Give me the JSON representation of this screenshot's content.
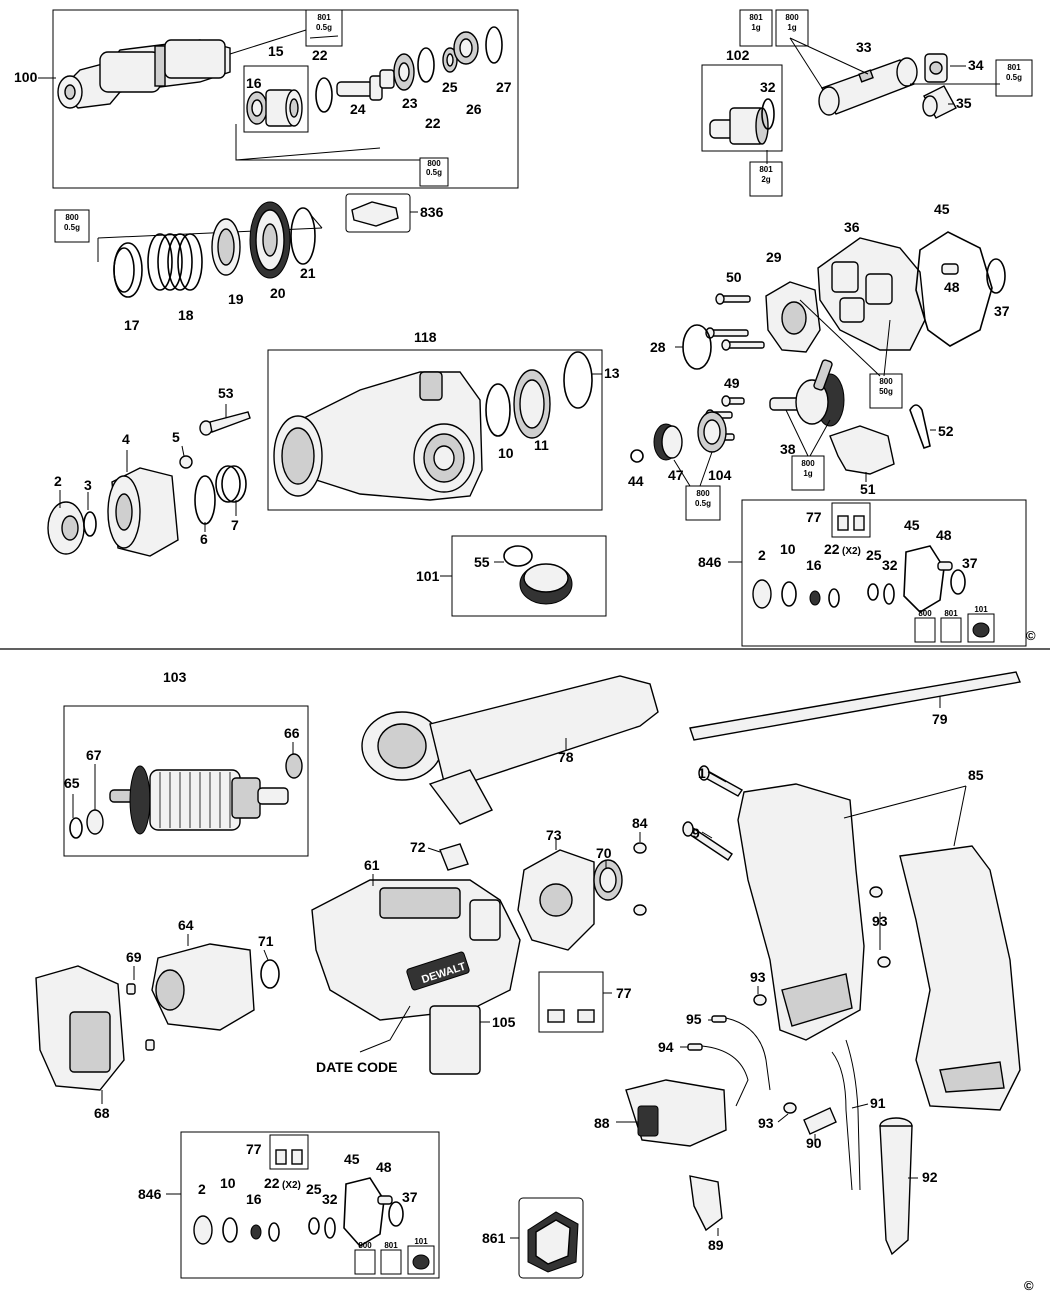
{
  "labels": {
    "l100": "100",
    "l15": "15",
    "l16": "16",
    "l22a": "22",
    "l24": "24",
    "l23": "23",
    "l22b": "22",
    "l25": "25",
    "l26": "26",
    "l27": "27",
    "l102": "102",
    "l32": "32",
    "l33": "33",
    "l34": "34",
    "l35": "35",
    "l836": "836",
    "l17": "17",
    "l18": "18",
    "l19": "19",
    "l20": "20",
    "l21": "21",
    "l36": "36",
    "l45": "45",
    "l48": "48",
    "l37": "37",
    "l50": "50",
    "l29": "29",
    "l28": "28",
    "l118": "118",
    "l13": "13",
    "l53": "53",
    "l5": "5",
    "l4": "4",
    "l2": "2",
    "l3": "3",
    "l6": "6",
    "l7": "7",
    "l10": "10",
    "l11": "11",
    "l49": "49",
    "l52": "52",
    "l38": "38",
    "l44": "44",
    "l47": "47",
    "l104": "104",
    "l51": "51",
    "l101": "101",
    "l55": "55",
    "l846": "846",
    "l77": "77",
    "k2": "2",
    "k10": "10",
    "k22": "22",
    "kx2": "(X2)",
    "k16": "16",
    "k25": "25",
    "k32": "32",
    "k45": "45",
    "k48": "48",
    "k37": "37",
    "k800": "800",
    "k801": "801",
    "k101": "101",
    "l103": "103",
    "l66": "66",
    "l67": "67",
    "l65": "65",
    "l78": "78",
    "l79": "79",
    "l1": "1",
    "l9": "9",
    "l85": "85",
    "l84": "84",
    "l72": "72",
    "l73": "73",
    "l70": "70",
    "l61": "61",
    "l64": "64",
    "l71": "71",
    "l69": "69",
    "l68": "68",
    "date_code": "DATE CODE",
    "l105": "105",
    "l77b": "77",
    "l93a": "93",
    "l93b": "93",
    "l93c": "93",
    "l95": "95",
    "l94": "94",
    "l88": "88",
    "l91": "91",
    "l90": "90",
    "l92": "92",
    "l89": "89",
    "m846": "846",
    "m77": "77",
    "m2": "2",
    "m10": "10",
    "m22": "22",
    "mx2": "(X2)",
    "m16": "16",
    "m25": "25",
    "m32": "32",
    "m45": "45",
    "m48": "48",
    "m37": "37",
    "m800": "800",
    "m801": "801",
    "m101": "101",
    "l861": "861",
    "brand": "DEWALT"
  },
  "grease": {
    "g1": [
      "801",
      "0.5g"
    ],
    "g2": [
      "800",
      "0.5g"
    ],
    "g3": [
      "801",
      "1g"
    ],
    "g4": [
      "800",
      "1g"
    ],
    "g5": [
      "801",
      "0.5g"
    ],
    "g6": [
      "801",
      "2g"
    ],
    "g7": [
      "800",
      "0.5g"
    ],
    "g8": [
      "800",
      "50g"
    ],
    "g9": [
      "800",
      "1g"
    ],
    "g10": [
      "800",
      "0.5g"
    ]
  },
  "copyright": "©"
}
